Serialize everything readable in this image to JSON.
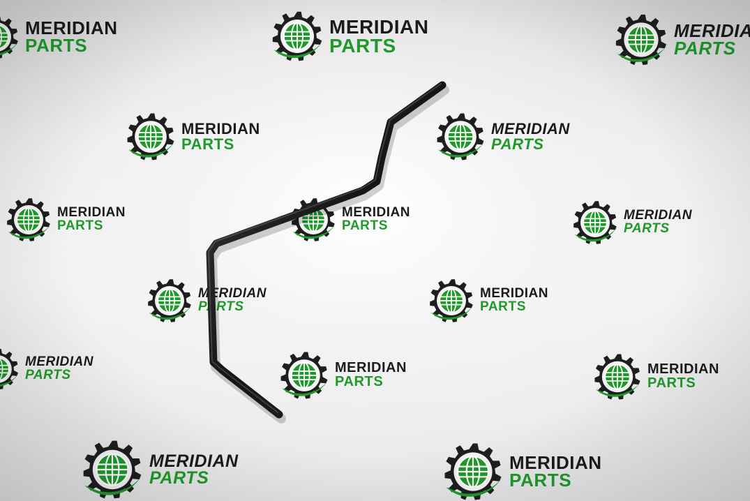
{
  "photo": {
    "description_subject": "bent-metal-rod",
    "background": "branded-backdrop",
    "brand": {
      "line1": "MERIDIAN",
      "line2": "PARTS",
      "text_color": "#1b1b1b",
      "accent_color": "#1f9a2a",
      "icon": "gear-globe-icon"
    }
  }
}
